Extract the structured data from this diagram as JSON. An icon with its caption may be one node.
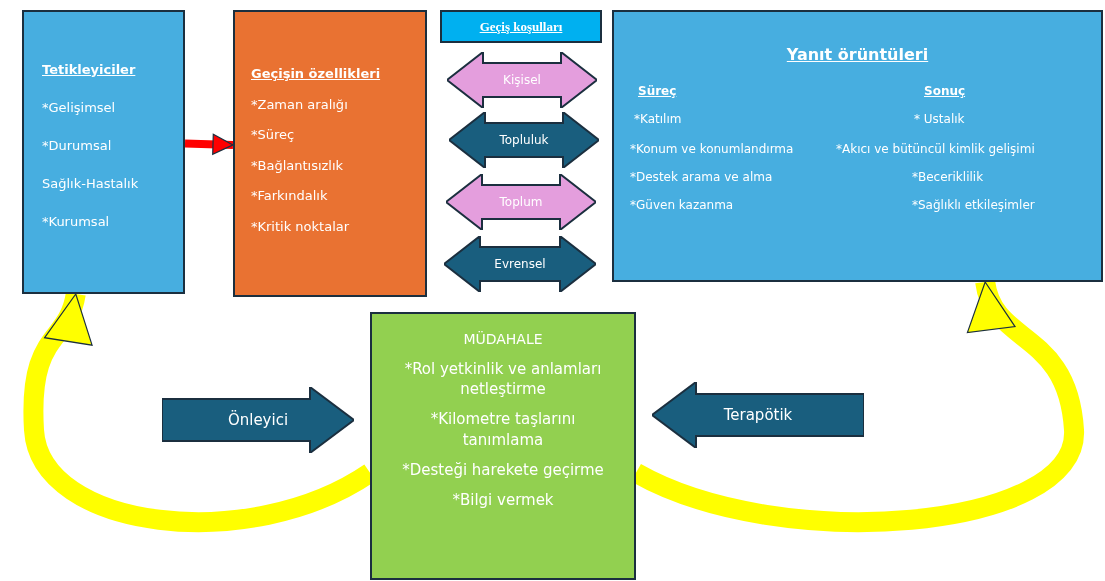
{
  "diagram": {
    "nodes": [
      {
        "text": [
          "Tetikleyiciler",
          "*Gelişimsel",
          "*Durumsal",
          "Sağlık-Hastalık",
          "*Kurumsal"
        ]
      },
      {
        "text": [
          "Geçişin özellikleri",
          "*Zaman aralığı",
          "*Süreç",
          "*Bağlantısızlık",
          "*Farkındalık",
          "*Kritik noktalar"
        ]
      },
      {
        "text": [
          "Geçiş koşulları"
        ]
      },
      {
        "text": [
          "Kişisel"
        ]
      },
      {
        "text": [
          "Topluluk"
        ]
      },
      {
        "text": [
          "Toplum"
        ]
      },
      {
        "text": [
          "Evrensel"
        ]
      },
      {
        "text": [
          "Yanıt örüntüleri",
          "Süreç",
          "Sonuç",
          "*Katılım",
          "* Ustalık",
          "*Konum ve konumlandırma",
          "*Akıcı ve bütüncül kimlik gelişimi",
          "*Destek arama ve alma",
          "*Beceriklilik",
          "*Güven kazanma",
          "*Sağlıklı etkileşimler"
        ]
      },
      {
        "text": [
          "MÜDAHALE",
          "*Rol yetkinlik ve anlamları netleştirme",
          "*Kilometre taşlarını tanımlama",
          "*Desteği harekete geçirme",
          "*Bilgi vermek"
        ]
      },
      {
        "text": [
          "Önleyici"
        ]
      },
      {
        "text": [
          "Terapötik"
        ]
      }
    ],
    "edges": [
      {
        "from": 0,
        "to": 1,
        "arrow": "to",
        "color": "#ff0000"
      },
      {
        "from": 8,
        "to": 0,
        "arrow": "to"
      },
      {
        "from": 8,
        "to": 7,
        "arrow": "to"
      }
    ]
  }
}
